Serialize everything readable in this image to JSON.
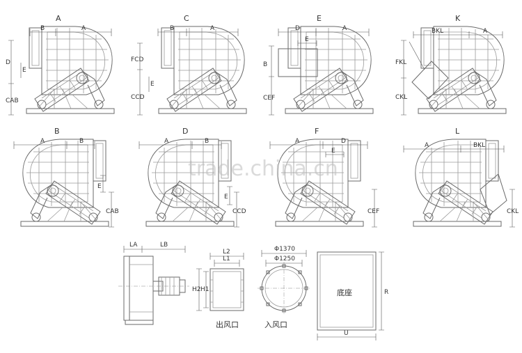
{
  "sheet": {
    "watermark": "trade.china.cn",
    "views": [
      {
        "key": "A",
        "title": "A",
        "dims": [
          "B",
          "A",
          "D",
          "E",
          "CAB"
        ]
      },
      {
        "key": "C",
        "title": "C",
        "dims": [
          "B",
          "A",
          "FCD",
          "E",
          "CCD"
        ]
      },
      {
        "key": "E",
        "title": "E",
        "dims": [
          "D",
          "A",
          "E",
          "B",
          "CEF"
        ]
      },
      {
        "key": "K",
        "title": "K",
        "dims": [
          "BKL",
          "A",
          "FKL",
          "CKL"
        ]
      },
      {
        "key": "B",
        "title": "B",
        "dims": [
          "A",
          "B",
          "E",
          "CAB"
        ]
      },
      {
        "key": "D",
        "title": "D",
        "dims": [
          "A",
          "B",
          "E",
          "CCD"
        ]
      },
      {
        "key": "F",
        "title": "F",
        "dims": [
          "A",
          "D",
          "E",
          "CEF"
        ]
      },
      {
        "key": "L",
        "title": "L",
        "dims": [
          "A",
          "BKL",
          "CKL"
        ]
      }
    ],
    "details": {
      "motor": {
        "la": "LA",
        "lb": "LB"
      },
      "outlet": {
        "l2": "L2",
        "l1": "L1",
        "h2": "H2",
        "h1": "H1",
        "caption": "出风口"
      },
      "inlet": {
        "d_outer": "Φ1370",
        "d_inner": "Φ1250",
        "caption": "入风口"
      },
      "base": {
        "label": "底座",
        "r": "R",
        "u": "U"
      }
    }
  }
}
